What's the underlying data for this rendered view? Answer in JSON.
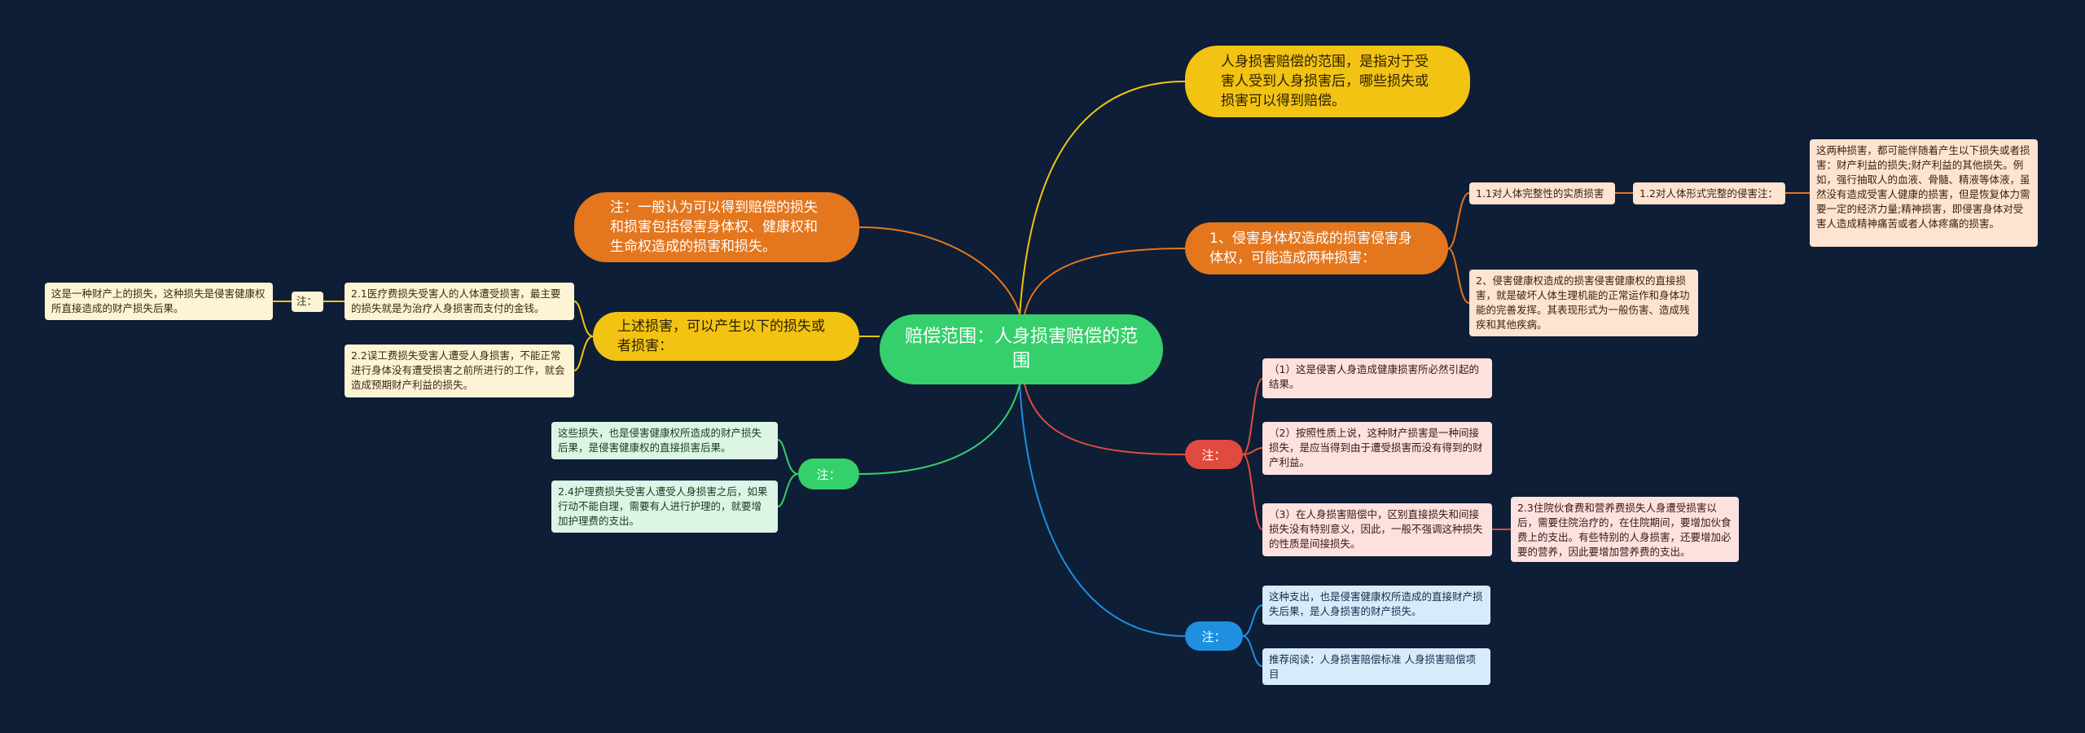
{
  "root": {
    "label": "赔偿范围：人身损害赔偿的范围"
  },
  "right": {
    "intro": "人身损害赔偿的范围，是指对于受害人受到人身损害后，哪些损失或损害可以得到赔偿。",
    "branch1": {
      "label": "1、侵害身体权造成的损害侵害身体权，可能造成两种损害：",
      "item1": "1.1对人体完整性的实质损害",
      "item1_child": "1.2对人体形式完整的侵害注：",
      "item1_note": "这两种损害，都可能伴随着产生以下损失或者损害：财产利益的损失;财产利益的其他损失。例如，强行抽取人的血液、骨髓、精液等体液，虽然没有造成受害人健康的损害，但是恢复体力需要一定的经济力量;精神损害，即侵害身体对受害人造成精神痛苦或者人体疼痛的损害。",
      "item2": "2、侵害健康权造成的损害侵害健康权的直接损害，就是破坏人体生理机能的正常运作和身体功能的完善发挥。其表现形式为一般伤害、造成残疾和其他疾病。"
    },
    "note_red": {
      "label": "注：",
      "item1": "（1）这是侵害人身造成健康损害所必然引起的结果。",
      "item2": "（2）按照性质上说，这种财产损害是一种间接损失，是应当得到由于遭受损害而没有得到的财产利益。",
      "item3": "（3）在人身损害赔偿中，区别直接损失和间接损失没有特别意义，因此，一般不强调这种损失的性质是间接损失。",
      "item3_child": "2.3住院伙食费和营养费损失人身遭受损害以后，需要住院治疗的，在住院期间，要增加伙食费上的支出。有些特别的人身损害，还要增加必要的营养，因此要增加营养费的支出。"
    },
    "note_blue": {
      "label": "注：",
      "item1": "这种支出，也是侵害健康权所造成的直接财产损失后果，是人身损害的财产损失。",
      "item2": "推荐阅读：人身损害赔偿标准 人身损害赔偿项目"
    }
  },
  "left": {
    "note_orange": "注：一般认为可以得到赔偿的损失和损害包括侵害身体权、健康权和生命权造成的损害和损失。",
    "losses": {
      "label": "上述损害，可以产生以下的损失或者损害：",
      "item1": "2.1医疗费损失受害人的人体遭受损害，最主要的损失就是为治疗人身损害而支付的金钱。",
      "item1_note_label": "注：",
      "item1_note": "这是一种财产上的损失，这种损失是侵害健康权所直接造成的财产损失后果。",
      "item2": "2.2误工费损失受害人遭受人身损害，不能正常进行身体没有遭受损害之前所进行的工作，就会造成预期财产利益的损失。"
    },
    "note_green": {
      "label": "注：",
      "item1": "这些损失，也是侵害健康权所造成的财产损失后果，是侵害健康权的直接损害后果。",
      "item2": "2.4护理费损失受害人遭受人身损害之后，如果行动不能自理，需要有人进行护理的，就要增加护理费的支出。"
    }
  },
  "colors": {
    "background": "#0d1e36",
    "root": "#35d06b",
    "yellow": "#f2c312",
    "orange": "#e4761d",
    "red": "#e14b3f",
    "blue": "#1f8fe0"
  }
}
